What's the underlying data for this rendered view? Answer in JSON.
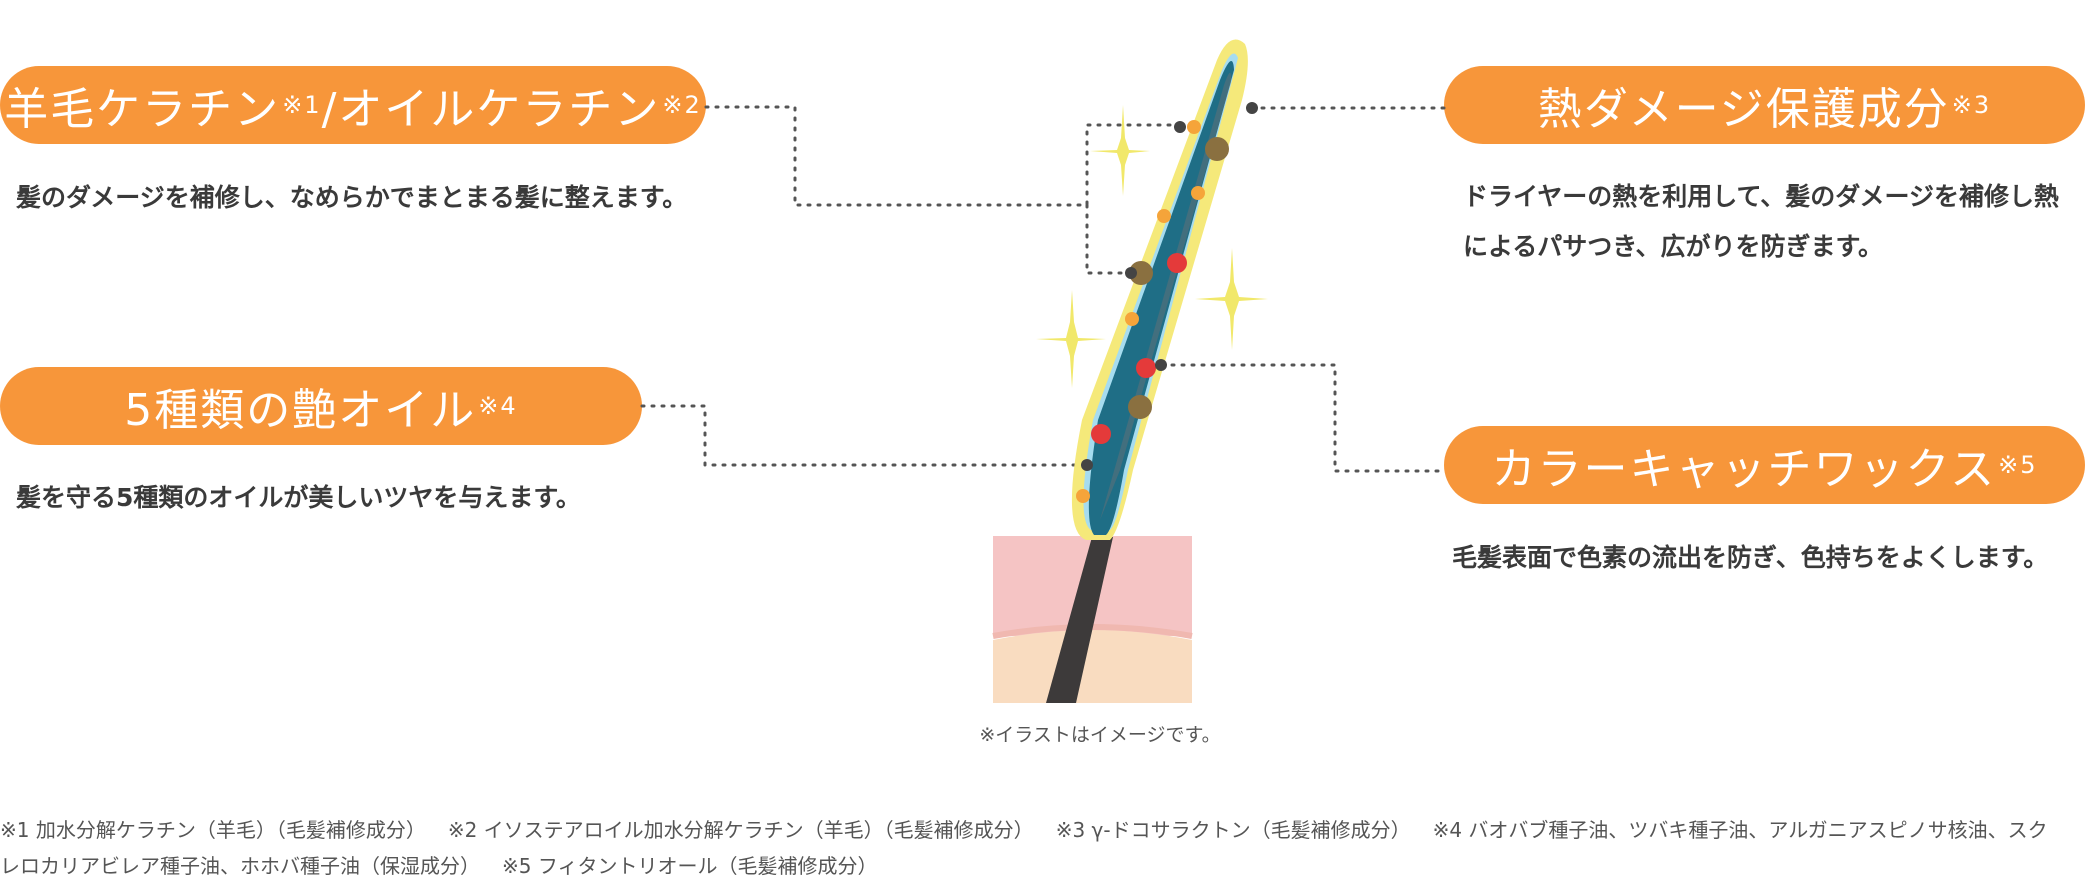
{
  "colors": {
    "accent": "#f7963a",
    "hair": "#3d3a3a",
    "glow": "#f5e97a",
    "coating": "#1f6e86",
    "skin_top": "#f5c4c4",
    "skin_bottom": "#f9dcc0",
    "dot_red": "#e43a3a",
    "dot_orange": "#f5a43a",
    "dot_olive": "#8a7040",
    "dot_dark": "#444444",
    "sparkle": "#f1e86a"
  },
  "features": [
    {
      "title": "羊毛ケラチン",
      "title_sup": "※1",
      "title2": "/オイルケラチン",
      "title2_sup": "※2",
      "description": "髪のダメージを補修し、なめらかでまとまる髪に整えます。"
    },
    {
      "title": "5種類の艶オイル",
      "title_sup": "※4",
      "description": "髪を守る5種類のオイルが美しいツヤを与えます。"
    },
    {
      "title": "熱ダメージ保護成分",
      "title_sup": "※3",
      "description_line1": "ドライヤーの熱を利用して、髪のダメージを補修し熱",
      "description_line2": "によるパサつき、広がりを防ぎます。"
    },
    {
      "title": "カラーキャッチワックス",
      "title_sup": "※5",
      "description": "毛髪表面で色素の流出を防ぎ、色持ちをよくします。"
    }
  ],
  "illustration_caption": "※イラストはイメージです。",
  "footnotes": [
    "※1 加水分解ケラチン（羊毛）（毛髪補修成分）",
    "※2 イソステアロイル加水分解ケラチン（羊毛）（毛髪補修成分）",
    "※3 γ-ドコサラクトン（毛髪補修成分）",
    "※4 バオバブ種子油、ツバキ種子油、アルガニアスピノサ核油、スク",
    "レロカリアビレア種子油、ホホバ種子油（保湿成分）",
    "※5 フィタントリオール（毛髪補修成分）"
  ]
}
